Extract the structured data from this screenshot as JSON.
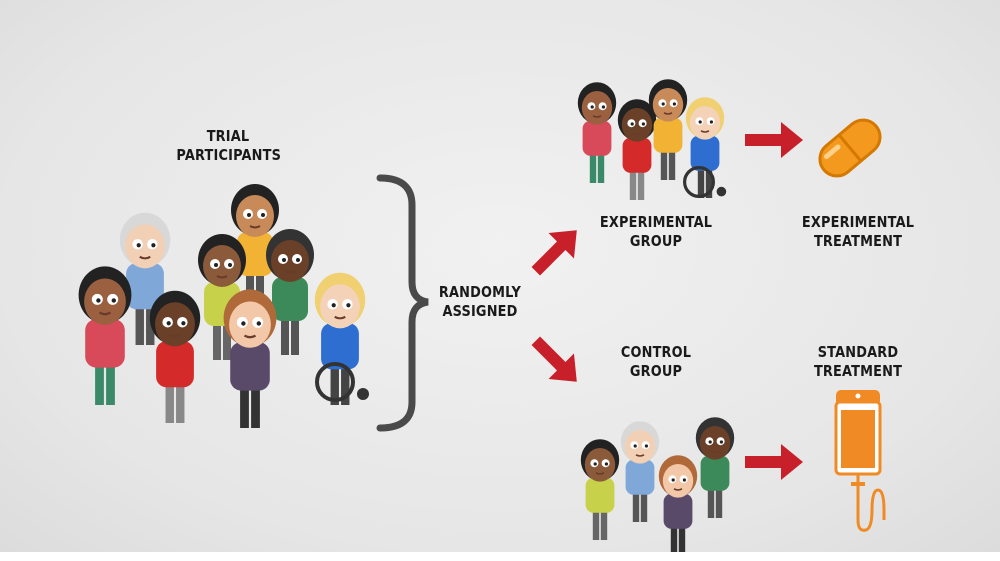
{
  "labels": {
    "trial_participants": [
      "TRIAL",
      "PARTICIPANTS"
    ],
    "randomly_assigned": [
      "RANDOMLY",
      "ASSIGNED"
    ],
    "experimental_group": [
      "EXPERIMENTAL",
      "GROUP"
    ],
    "experimental_treatment": [
      "EXPERIMENTAL",
      "TREATMENT"
    ],
    "control_group": [
      "CONTROL",
      "GROUP"
    ],
    "standard_treatment": [
      "STANDARD",
      "TREATMENT"
    ]
  },
  "colors": {
    "arrow": "#c8202a",
    "bracket": "#4a4a4a",
    "pill": "#f39a1e",
    "iv_bag": "#f08a24"
  },
  "icons": [
    "people-group-icon",
    "arrow-icon",
    "pill-icon",
    "iv-bag-icon",
    "bracket-icon"
  ]
}
